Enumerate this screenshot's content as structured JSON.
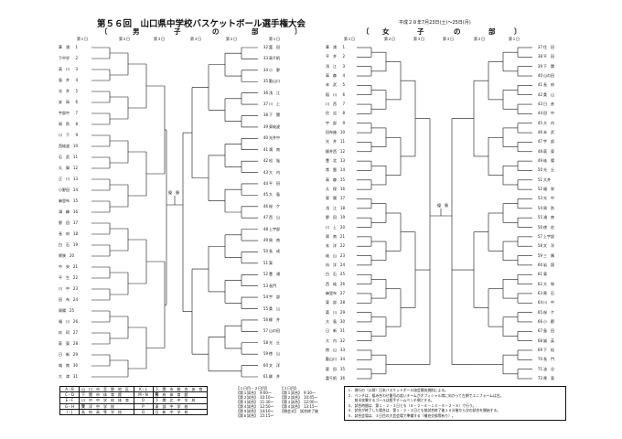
{
  "header": {
    "title": "第５６回　山口県中学校バスケットボール選手権大会",
    "date": "平成２８年7月23日(土)～25日(月)"
  },
  "boys": {
    "section_chars": [
      "〔",
      "男",
      "子",
      "の",
      "部",
      "〕"
    ],
    "rounds": [
      "第１日",
      "第２日",
      "第３日",
      "第３日",
      "第２日",
      "第１日"
    ],
    "left_teams": [
      {
        "n": "1",
        "name": "華　浦"
      },
      {
        "n": "2",
        "name": "下中学"
      },
      {
        "n": "3",
        "name": "高　川"
      },
      {
        "n": "4",
        "name": "島　井"
      },
      {
        "n": "5",
        "name": "光　井"
      },
      {
        "n": "6",
        "name": "安　岡"
      },
      {
        "n": "7",
        "name": "宇部中"
      },
      {
        "n": "8",
        "name": "周　防"
      },
      {
        "n": "9",
        "name": "川　下"
      },
      {
        "n": "10",
        "name": "西岐波"
      },
      {
        "n": "11",
        "name": "石　武"
      },
      {
        "n": "12",
        "name": "久　賀"
      },
      {
        "n": "13",
        "name": "正　川"
      },
      {
        "n": "14",
        "name": "小野田"
      },
      {
        "n": "15",
        "name": "麻里布"
      },
      {
        "n": "16",
        "name": "鴻　峰"
      },
      {
        "n": "17",
        "name": "野　田"
      },
      {
        "n": "18",
        "name": "長　府"
      },
      {
        "n": "19",
        "name": "白　石"
      },
      {
        "n": "20",
        "name": "厚狭"
      },
      {
        "n": "21",
        "name": "中　央"
      },
      {
        "n": "22",
        "name": "平　生"
      },
      {
        "n": "23",
        "name": "川　中"
      },
      {
        "n": "24",
        "name": "田　布"
      },
      {
        "n": "25",
        "name": "周陽"
      },
      {
        "n": "26",
        "name": "福　川"
      },
      {
        "n": "27",
        "name": "玖　珂"
      },
      {
        "n": "28",
        "name": "萩　東"
      },
      {
        "n": "29",
        "name": "日　新"
      },
      {
        "n": "30",
        "name": "城　南"
      },
      {
        "n": "31",
        "name": "大　津"
      }
    ],
    "right_teams": [
      {
        "n": "32",
        "name": "富　田"
      },
      {
        "n": "33",
        "name": "高千帆"
      },
      {
        "n": "34",
        "name": "小　野"
      },
      {
        "n": "35",
        "name": "勤山口"
      },
      {
        "n": "36",
        "name": "浅　江"
      },
      {
        "n": "37",
        "name": "川　上"
      },
      {
        "n": "38",
        "name": "下　関"
      },
      {
        "n": "39",
        "name": "東岐波"
      },
      {
        "n": "40",
        "name": "光井中"
      },
      {
        "n": "41",
        "name": "鴻　南"
      },
      {
        "n": "42",
        "name": "松　陰"
      },
      {
        "n": "43",
        "name": "大　内"
      },
      {
        "n": "44",
        "name": "平　田"
      },
      {
        "n": "45",
        "name": "大　島"
      },
      {
        "n": "46",
        "name": "桜　ケ"
      },
      {
        "n": "47",
        "name": "西　山"
      },
      {
        "n": "48",
        "name": "上宇部"
      },
      {
        "n": "49",
        "name": "周　南"
      },
      {
        "n": "50",
        "name": "長　成"
      },
      {
        "n": "51",
        "name": "東"
      },
      {
        "n": "52",
        "name": "豊　浦"
      },
      {
        "n": "53",
        "name": "長門"
      },
      {
        "n": "54",
        "name": "宇　部"
      },
      {
        "n": "55",
        "name": "桑　山"
      },
      {
        "n": "56",
        "name": "柳　井"
      },
      {
        "n": "57",
        "name": "山の田"
      },
      {
        "n": "58",
        "name": "光　丘"
      },
      {
        "n": "59",
        "name": "徳　山"
      },
      {
        "n": "60",
        "name": "文　洋"
      },
      {
        "n": "61",
        "name": "柳　井"
      }
    ],
    "final_label": "優　勝"
  },
  "girls": {
    "section_chars": [
      "〔",
      "女",
      "子",
      "の",
      "部",
      "〕"
    ],
    "rounds": [
      "第１日",
      "第２日",
      "第３日",
      "第３日",
      "第２日",
      "第１日"
    ],
    "left_teams": [
      {
        "n": "1",
        "name": "華　浦"
      },
      {
        "n": "2",
        "name": "平　井"
      },
      {
        "n": "3",
        "name": "浅　江"
      },
      {
        "n": "4",
        "name": "高　森"
      },
      {
        "n": "5",
        "name": "末　武"
      },
      {
        "n": "6",
        "name": "稲　川"
      },
      {
        "n": "7",
        "name": "川　西"
      },
      {
        "n": "8",
        "name": "住　吉"
      },
      {
        "n": "9",
        "name": "宇　部"
      },
      {
        "n": "10",
        "name": "田布施"
      },
      {
        "n": "11",
        "name": "光　井"
      },
      {
        "n": "12",
        "name": "柳井西"
      },
      {
        "n": "13",
        "name": "豊　北"
      },
      {
        "n": "14",
        "name": "常　盤"
      },
      {
        "n": "15",
        "name": "高　森"
      },
      {
        "n": "16",
        "name": "久　保"
      },
      {
        "n": "17",
        "name": "東　陽"
      },
      {
        "n": "18",
        "name": "浅　江"
      },
      {
        "n": "19",
        "name": "野　田"
      },
      {
        "n": "20",
        "name": "川　上"
      },
      {
        "n": "21",
        "name": "周　南"
      },
      {
        "n": "22",
        "name": "玄　洋"
      },
      {
        "n": "23",
        "name": "岐　山"
      },
      {
        "n": "24",
        "name": "向　洋"
      },
      {
        "n": "25",
        "name": "白　石"
      },
      {
        "n": "26",
        "name": "西　岐"
      },
      {
        "n": "27",
        "name": "麻里布"
      },
      {
        "n": "28",
        "name": "東　部"
      },
      {
        "n": "29",
        "name": "菊　川"
      },
      {
        "n": "30",
        "name": "大　島"
      },
      {
        "n": "31",
        "name": "日　新"
      },
      {
        "n": "32",
        "name": "大　内"
      },
      {
        "n": "33",
        "name": "徳　山"
      },
      {
        "n": "34",
        "name": "勤山口"
      },
      {
        "n": "35",
        "name": "夏　田"
      },
      {
        "n": "36",
        "name": "富千帆"
      }
    ],
    "right_teams": [
      {
        "n": "37",
        "name": "住　田"
      },
      {
        "n": "38",
        "name": "平　田"
      },
      {
        "n": "39",
        "name": "下　関"
      },
      {
        "n": "40",
        "name": "山の田"
      },
      {
        "n": "41",
        "name": "長　府"
      },
      {
        "n": "42",
        "name": "桑　山"
      },
      {
        "n": "43",
        "name": "日　彦"
      },
      {
        "n": "44",
        "name": "田　中"
      },
      {
        "n": "45",
        "name": "大　内"
      },
      {
        "n": "46",
        "name": "末　武"
      },
      {
        "n": "47",
        "name": "宇　部"
      },
      {
        "n": "48",
        "name": "萩　東"
      },
      {
        "n": "49",
        "name": "岐　陽"
      },
      {
        "n": "50",
        "name": "光　丘"
      },
      {
        "n": "51",
        "name": "大井"
      },
      {
        "n": "52",
        "name": "福　栄"
      },
      {
        "n": "53",
        "name": "光　中"
      },
      {
        "n": "54",
        "name": "周　防"
      },
      {
        "n": "55",
        "name": "鴻　南"
      },
      {
        "n": "56",
        "name": "徳　佐"
      },
      {
        "n": "57",
        "name": "上宇部"
      },
      {
        "n": "58",
        "name": "文　洋"
      },
      {
        "n": "59",
        "name": "三　隅"
      },
      {
        "n": "60",
        "name": "岩　国"
      },
      {
        "n": "61",
        "name": "東"
      },
      {
        "n": "62",
        "name": "大　和"
      },
      {
        "n": "63",
        "name": "黒　石"
      },
      {
        "n": "64",
        "name": "川　中"
      },
      {
        "n": "65",
        "name": "桜　ケ"
      },
      {
        "n": "66",
        "name": "小　郡"
      },
      {
        "n": "67",
        "name": "島　田"
      },
      {
        "n": "68",
        "name": "誠　英"
      },
      {
        "n": "69",
        "name": "下　松"
      },
      {
        "n": "70",
        "name": "長　門"
      },
      {
        "n": "71",
        "name": "油　谷"
      },
      {
        "n": "72",
        "name": "厚　東"
      }
    ],
    "final_label": "優　勝"
  },
  "legend": [
    {
      "c1": "A・B",
      "v1": "山　口　市　宮　野　地　区",
      "c2": "K・L",
      "v2": "下　関　市　総　合　体　育　館"
    },
    {
      "c1": "C・D",
      "v1": "下　関　市　体　育　館",
      "c2": "M・N",
      "v2": "長　府　体　育　館"
    },
    {
      "c1": "E・F",
      "v1": "川　中　中　学　校　体　育　館",
      "c2": "O",
      "v2": "下　関　北　中　学　校"
    },
    {
      "c1": "G・H",
      "v1": "文　洋　中　学　校",
      "c2": "P",
      "v2": "東　部　中　学　校"
    },
    {
      "c1": "I・J",
      "v1": "長　府　高　等　学　校",
      "c2": "Q",
      "v2": "日　新　中　学　校"
    }
  ],
  "schedule": {
    "day12_title": "【１日目・２日目】",
    "day12": [
      "【第１試合】　9:00～",
      "【第２試合】　10:10～",
      "【第３試合】　11:30～",
      "【第４試合】　12:50～",
      "【第５試合】　14:10～",
      "【第６試合】　15:15～"
    ],
    "day3_title": "【３日目】",
    "day3": [
      "【第１試合】　9:30～",
      "【第２試合】　10:45～",
      "【第３試合】　12:00～",
      "【第４試合】　13:15～",
      "【閉会式】　試合終了後"
    ]
  },
  "notes": [
    "１．現行の（公財）日本バスケットボール協会競技規則による。",
    "２．ベンチは、組み合わせ番号の若いチームがオフィシャル席に向かって左側でユニフォームは白。",
    "　　前半攻撃するゴールは相手チームベンチ側とする。",
    "３．試合時間は、第１・２・３日とも（８－２－８－１０－８－２－８）で行う。",
    "４．試合が終了した場合は、第１・２・３日とも前試合終了後１０分後から次の試合を開始する。",
    "５．試合会場は、３日目の大会会場で準備する（補充交換等有り）。"
  ]
}
